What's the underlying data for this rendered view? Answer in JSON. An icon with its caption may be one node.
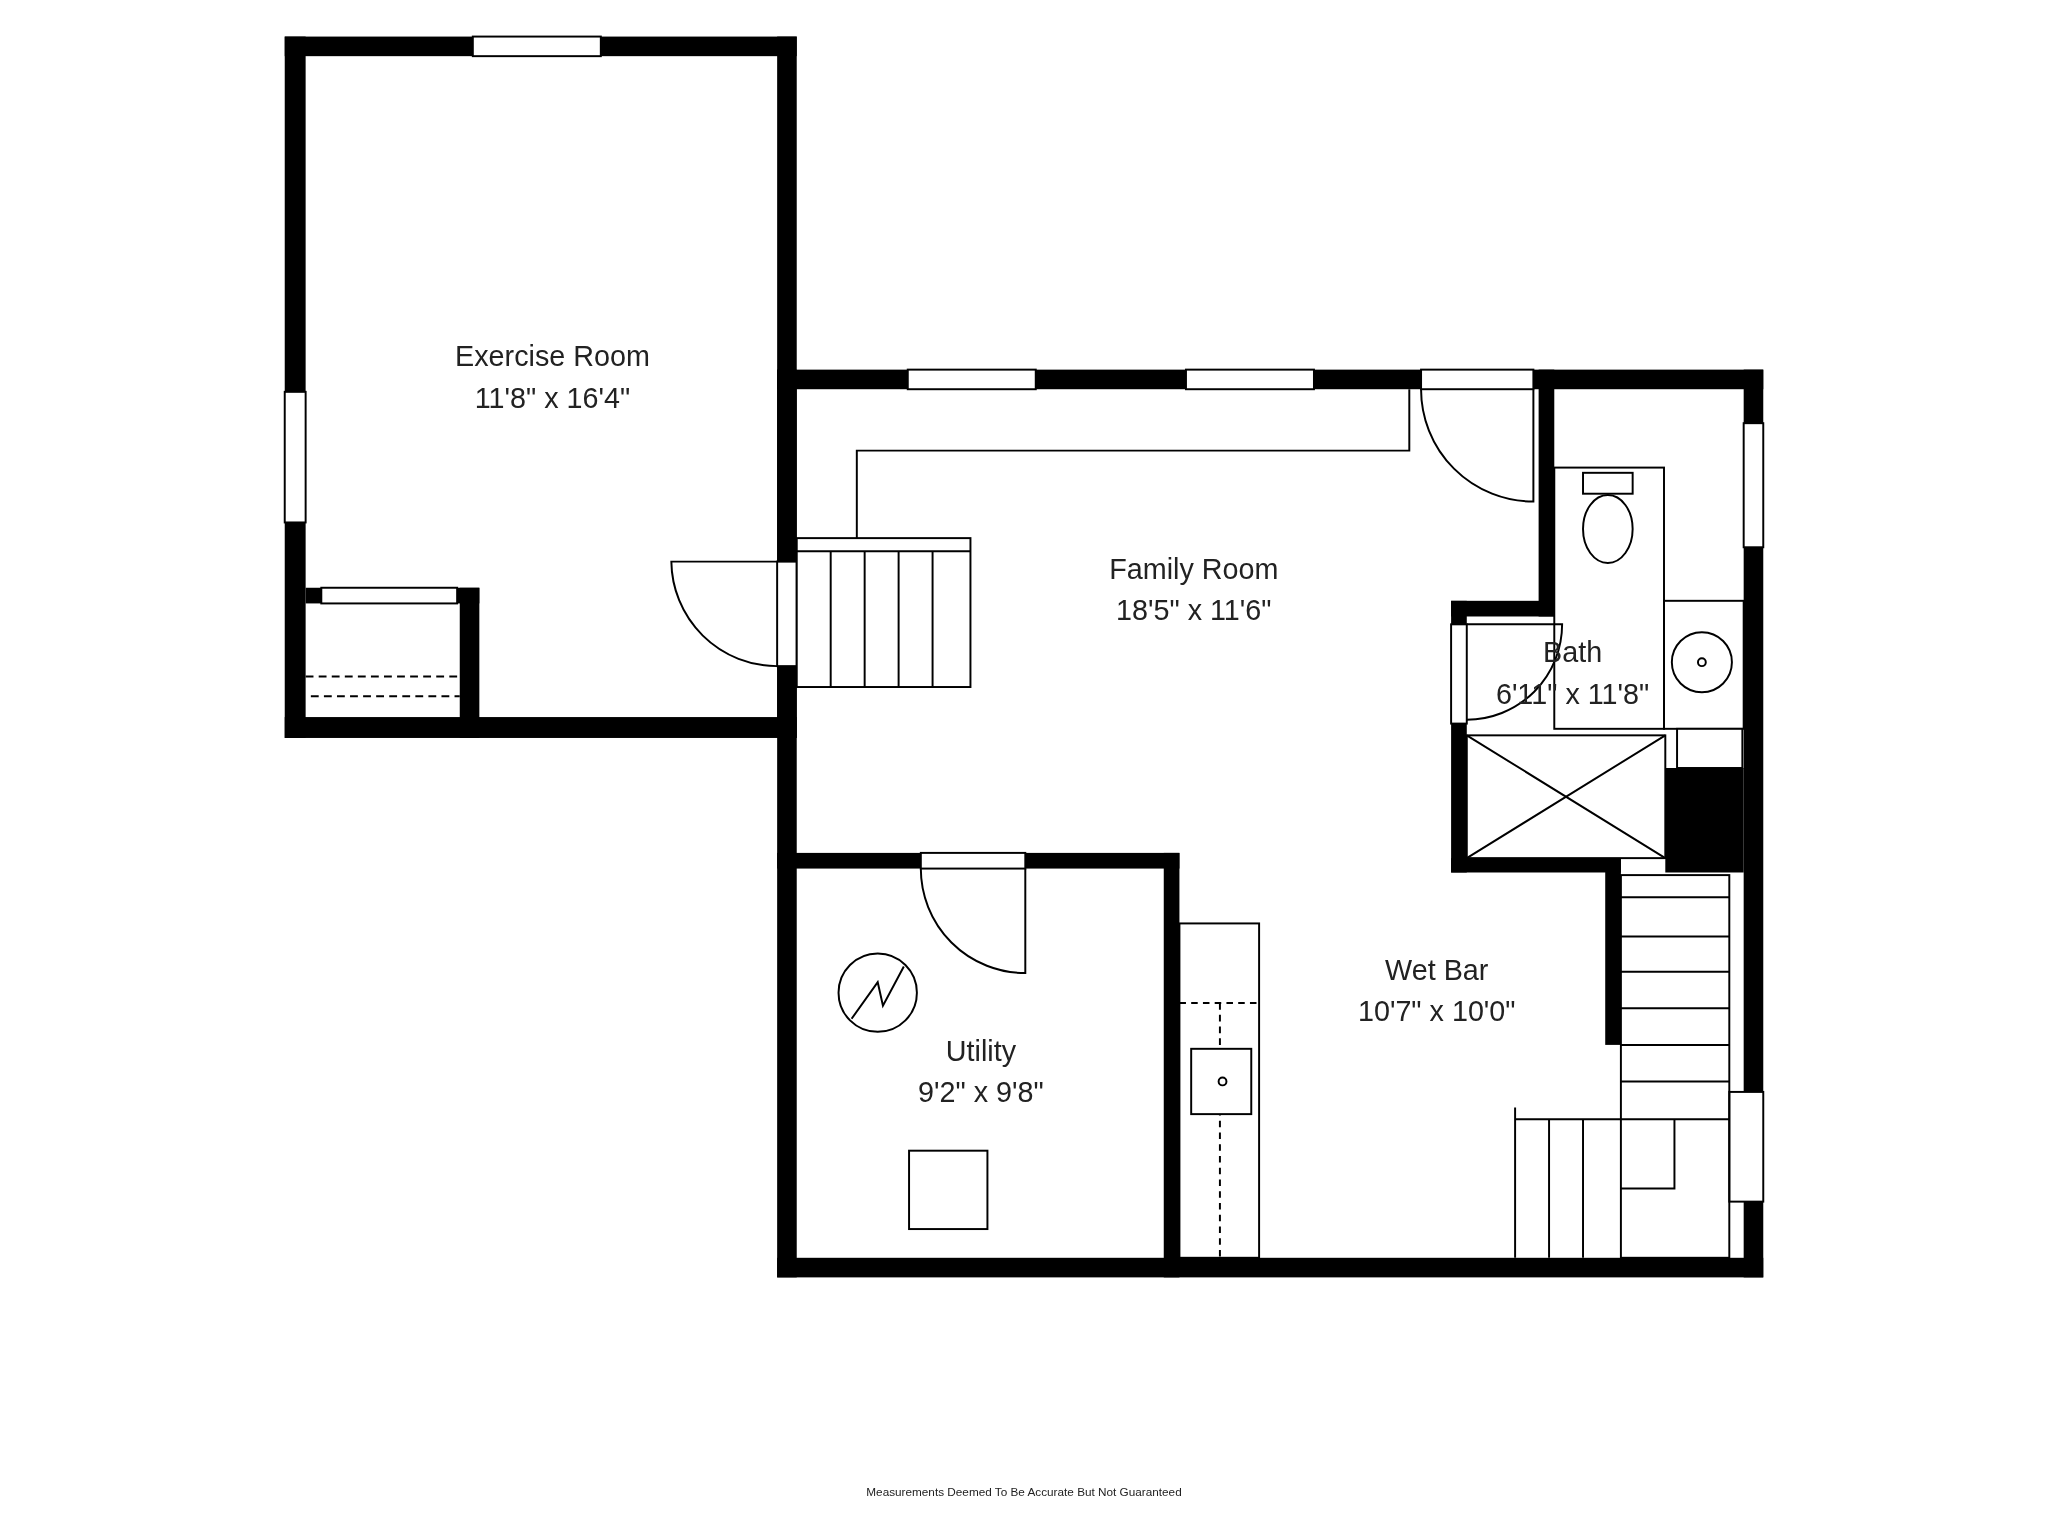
{
  "diagram": {
    "nodes": [
      {
        "text": [
          "Exercise Room",
          "11'8\" x 16'4\""
        ]
      },
      {
        "text": [
          "Family Room",
          "18'5\" x 11'6\""
        ]
      },
      {
        "text": [
          "Bath",
          "6'11\" x 11'8\""
        ]
      },
      {
        "text": [
          "Wet Bar",
          "10'7\" x 10'0\""
        ]
      },
      {
        "text": [
          "Utility",
          "9'2\" x 9'8\""
        ]
      }
    ],
    "edges": [],
    "labels": [
      "Measurements Deemed To Be Accurate But Not Guaranteed"
    ]
  }
}
